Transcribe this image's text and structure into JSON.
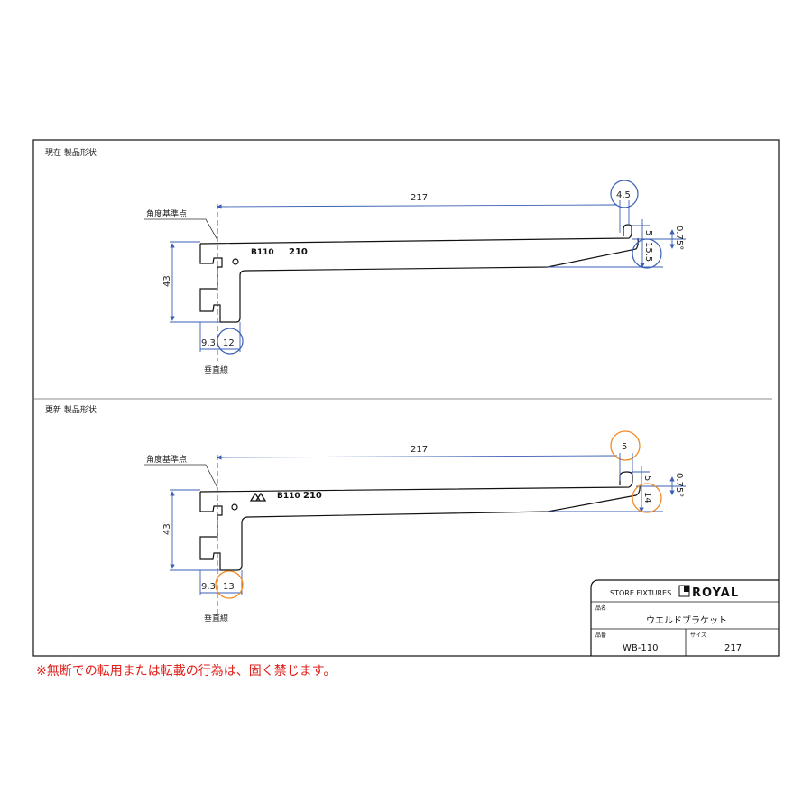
{
  "sections": [
    {
      "title": "現在 製品形状",
      "ref_label": "角度基準点",
      "vertical_label": "垂直線",
      "dims": {
        "length": "217",
        "tip_width": "4.5",
        "lip_height": "5",
        "tip_depth": "15.5",
        "angle": "0.75°",
        "height": "43",
        "offset": "9.3",
        "back_width": "12"
      },
      "marking": {
        "model": "B110",
        "size": "210"
      },
      "highlight_color": "#3a5fb5"
    },
    {
      "title": "更新 製品形状",
      "ref_label": "角度基準点",
      "vertical_label": "垂直線",
      "dims": {
        "length": "217",
        "tip_width": "5",
        "lip_height": "5",
        "tip_depth": "14",
        "angle": "0.75°",
        "height": "43",
        "offset": "9.3",
        "back_width": "13"
      },
      "marking": {
        "model": "B110",
        "size": "210"
      },
      "highlight_color": "#f08a24"
    }
  ],
  "title_block": {
    "company": "STORE FIXTURES",
    "brand": "ROYAL",
    "name_label": "品名",
    "name_value": "ウエルドブラケット",
    "part_label": "品番",
    "part_value": "WB-110",
    "size_label": "サイズ",
    "size_value": "217"
  },
  "footer_notice": "※無断での転用または転載の行為は、固く禁じます。"
}
